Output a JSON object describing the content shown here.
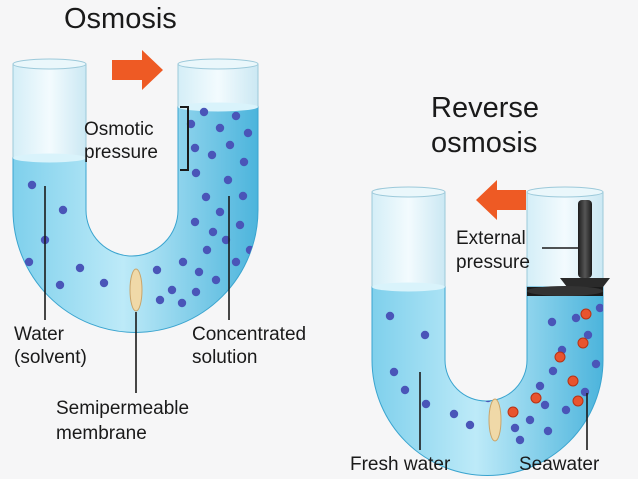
{
  "osmosis": {
    "title": "Osmosis",
    "osmotic_pressure": [
      "Osmotic",
      "pressure"
    ],
    "water": [
      "Water",
      "(solvent)"
    ],
    "concentrated": [
      "Concentrated",
      "solution"
    ],
    "membrane": [
      "Semipermeable",
      "membrane"
    ]
  },
  "reverse": {
    "title": [
      "Reverse",
      "osmosis"
    ],
    "external_pressure": [
      "External",
      "pressure"
    ],
    "fresh_water": "Fresh water",
    "seawater": "Seawater"
  },
  "colors": {
    "water_light": "#bfe9f6",
    "water_dark": "#3fb0d8",
    "glass": "#dff2f8",
    "molecule": "#4a55b8",
    "salt": "#e8542e",
    "arrow": "#ee5a24",
    "membrane": "#f0d9a8"
  }
}
